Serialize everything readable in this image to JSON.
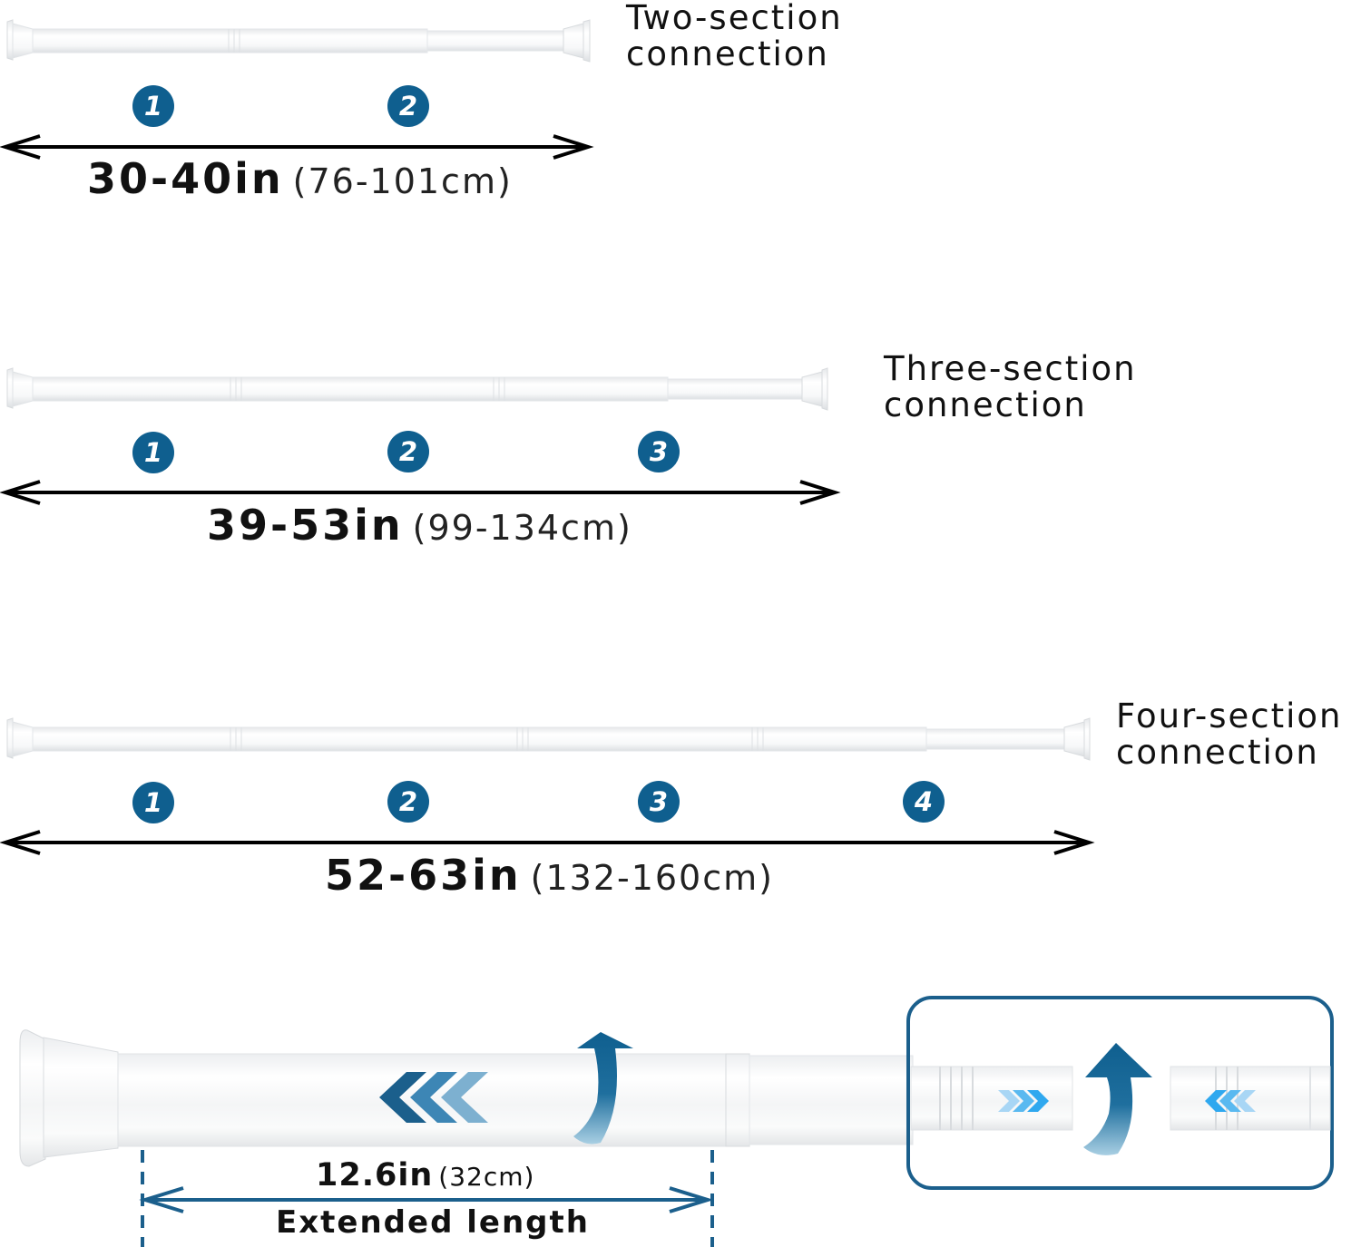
{
  "colors": {
    "badge_blue": "#0f5f8f",
    "arrow_dark_blue": "#0f5f8f",
    "chevron_light_blue": "#2fa8ef",
    "text": "#111111",
    "rod_white": "#f4f5f6"
  },
  "configurations": [
    {
      "title_line1": "Two-section",
      "title_line2": "connection",
      "sections": [
        "1",
        "2"
      ],
      "length_in": "30-40in",
      "length_cm": "(76-101cm)"
    },
    {
      "title_line1": "Three-section",
      "title_line2": "connection",
      "sections": [
        "1",
        "2",
        "3"
      ],
      "length_in": "39-53in",
      "length_cm": "(99-134cm)"
    },
    {
      "title_line1": "Four-section",
      "title_line2": "connection",
      "sections": [
        "1",
        "2",
        "3",
        "4"
      ],
      "length_in": "52-63in",
      "length_cm": "(132-160cm)"
    }
  ],
  "detail": {
    "extended_value_in": "12.6in",
    "extended_value_cm": "(32cm)",
    "extended_label": "Extended length",
    "icons": [
      "rotate-arrow-icon",
      "chevron-left-icon",
      "chevron-right-icon"
    ]
  }
}
